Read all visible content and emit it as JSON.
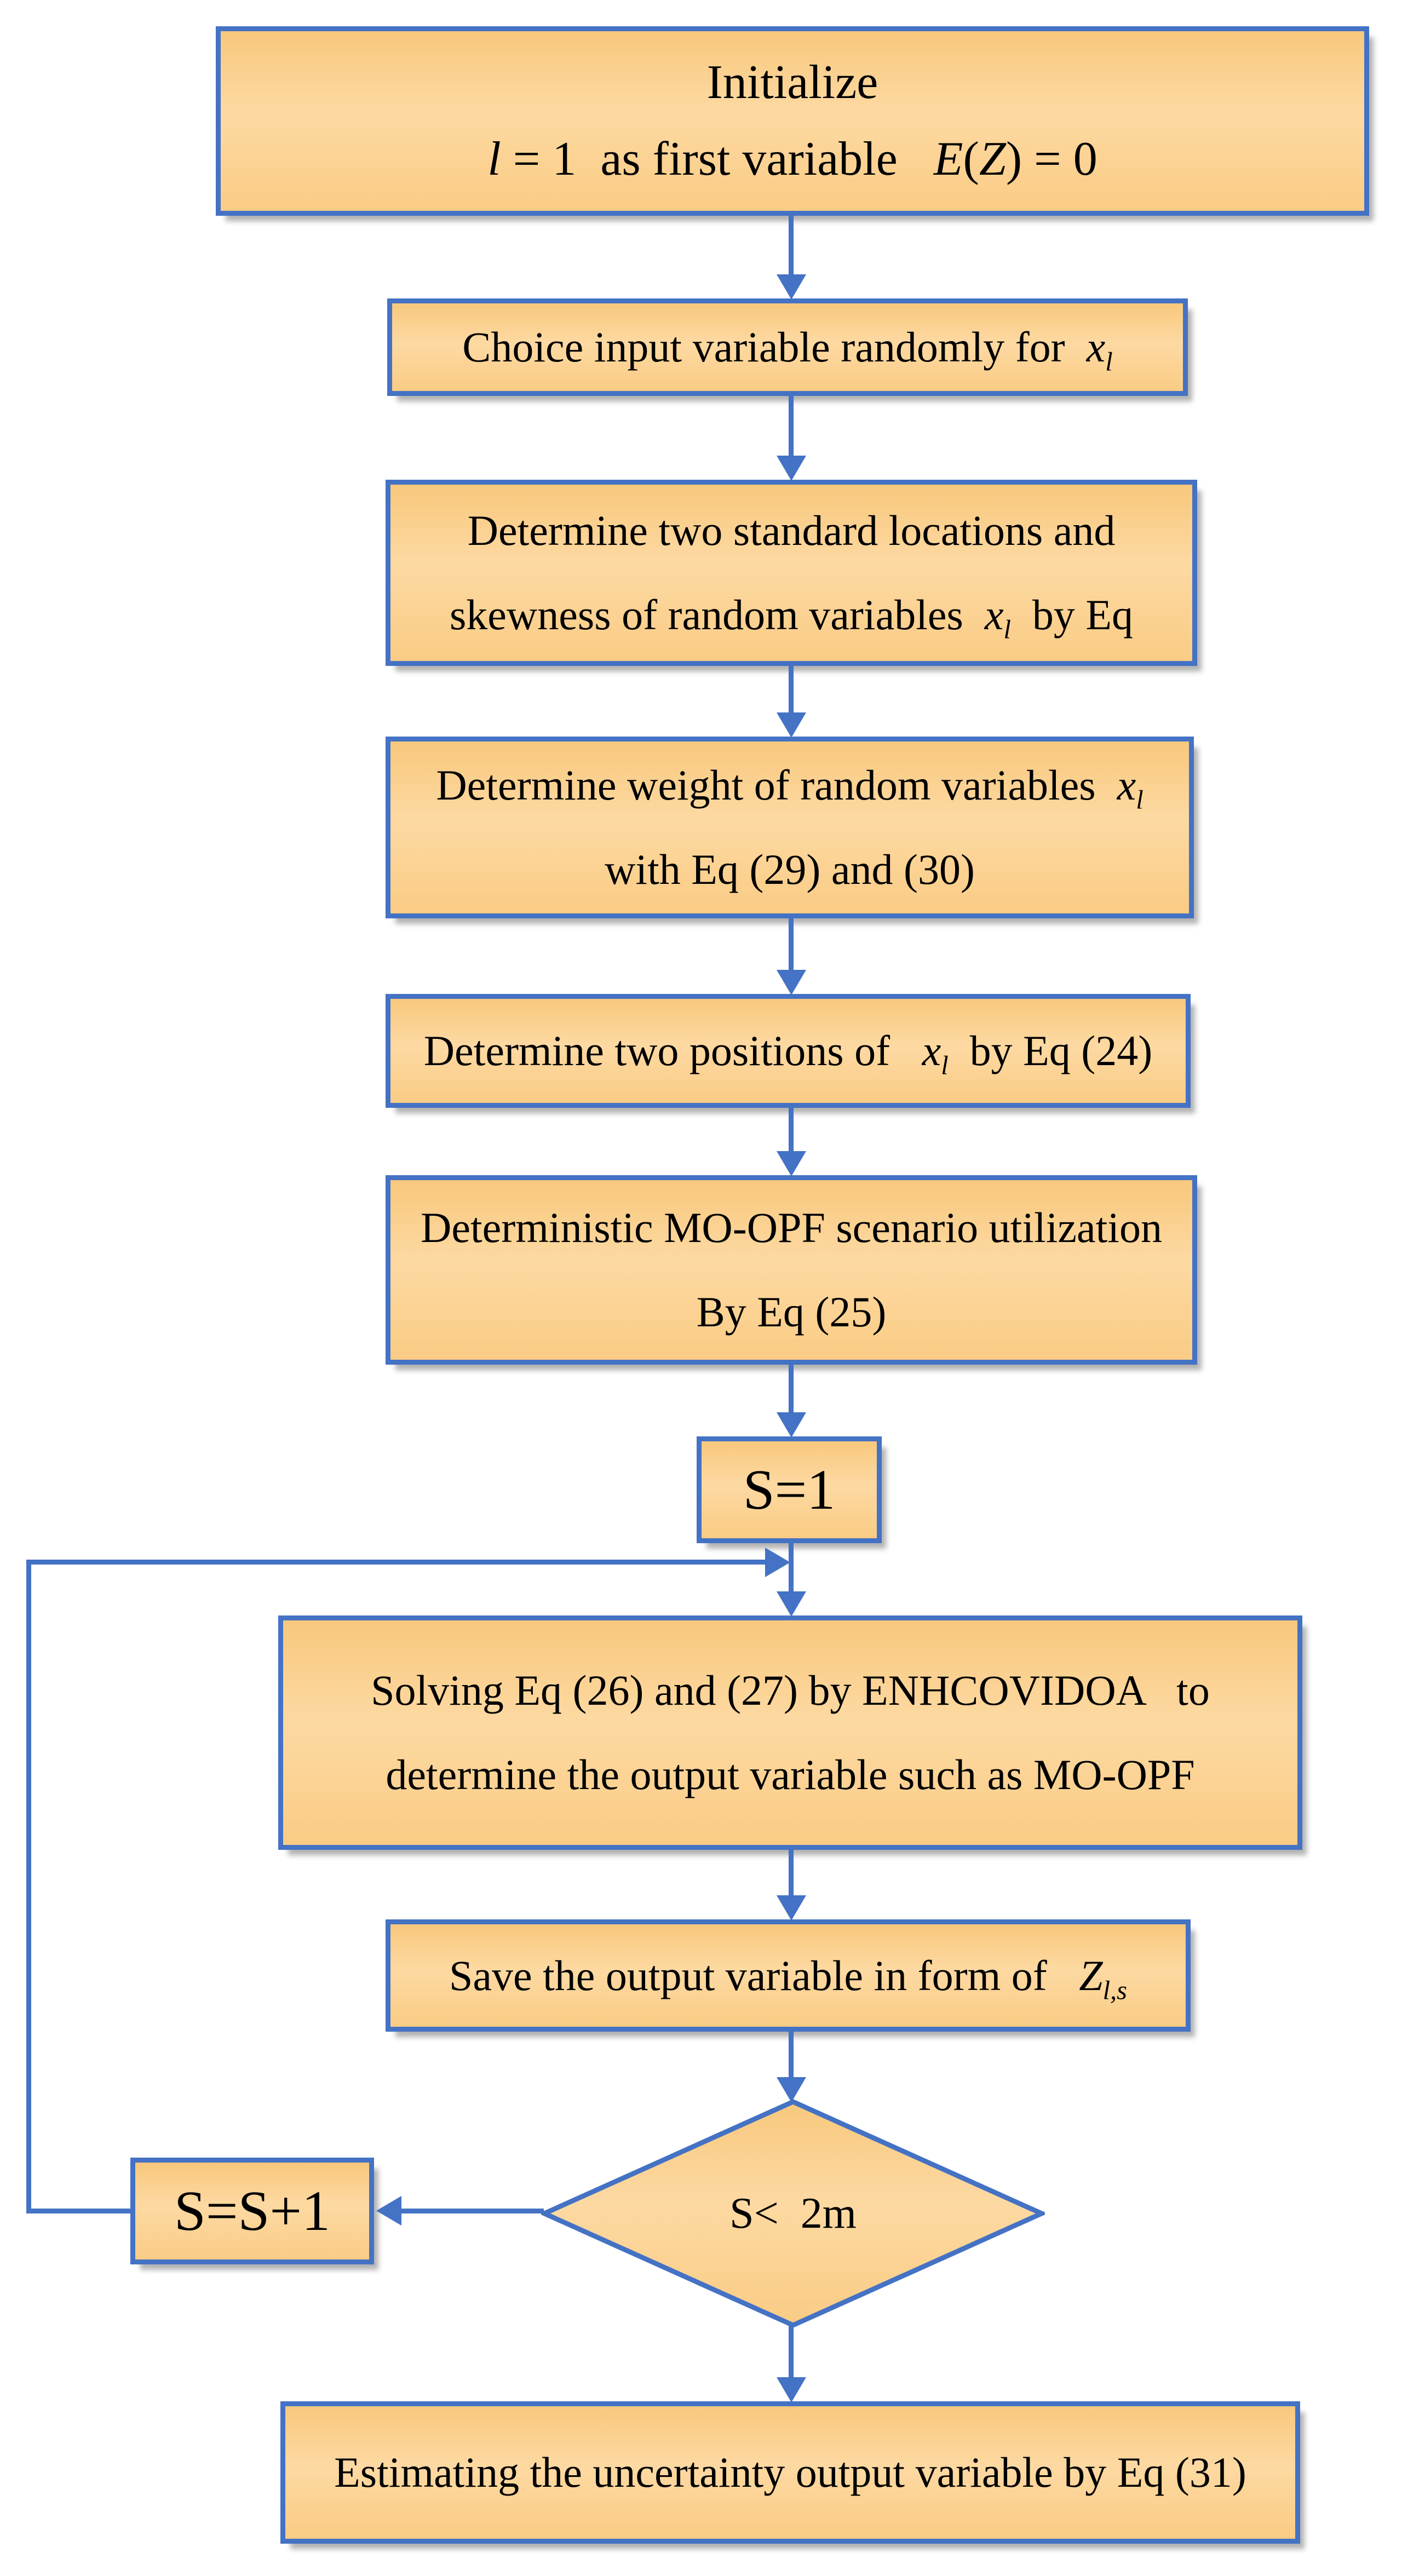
{
  "figure": {
    "type": "flowchart",
    "title": "Two-point estimate probabilistic MO-OPF procedure flowchart",
    "background": "#ffffff"
  },
  "colors": {
    "line": "#4472C4",
    "fill_top": "#F8C87D",
    "fill_mid": "#FDD9A2",
    "fill_bottom": "#FACC85",
    "text": "#000000"
  },
  "nodes": {
    "init": {
      "lines": [
        [
          {
            "t": "Initialize"
          }
        ],
        [
          {
            "t": "l",
            "i": 1
          },
          {
            "t": " = 1  as first variable   "
          },
          {
            "t": "E",
            "i": 1
          },
          {
            "t": "("
          },
          {
            "t": "Z",
            "i": 1
          },
          {
            "t": ") = 0"
          }
        ]
      ]
    },
    "choice": {
      "lines": [
        [
          {
            "t": "Choice input variable randomly for  "
          },
          {
            "t": "x",
            "i": 1
          },
          {
            "t": "l",
            "i": 1,
            "s": 1
          }
        ]
      ]
    },
    "locations": {
      "lines": [
        [
          {
            "t": "Determine two standard locations and"
          }
        ],
        [
          {
            "t": "skewness of random variables  "
          },
          {
            "t": "x",
            "i": 1
          },
          {
            "t": "l",
            "i": 1,
            "s": 1
          },
          {
            "t": "  by Eq"
          }
        ]
      ]
    },
    "weight": {
      "lines": [
        [
          {
            "t": "Determine weight of random variables  "
          },
          {
            "t": "x",
            "i": 1
          },
          {
            "t": "l",
            "i": 1,
            "s": 1
          }
        ],
        [
          {
            "t": "with Eq (29) and (30)"
          }
        ]
      ]
    },
    "positions": {
      "lines": [
        [
          {
            "t": "Determine two positions of   "
          },
          {
            "t": "x",
            "i": 1
          },
          {
            "t": "l",
            "i": 1,
            "s": 1
          },
          {
            "t": "  by Eq (24)"
          }
        ]
      ]
    },
    "moopf": {
      "lines": [
        [
          {
            "t": "Deterministic MO-OPF scenario utilization"
          }
        ],
        [
          {
            "t": "By Eq (25)"
          }
        ]
      ]
    },
    "s1": {
      "lines": [
        [
          {
            "t": "S=1"
          }
        ]
      ]
    },
    "solve": {
      "lines": [
        [
          {
            "t": "Solving Eq (26) and (27) by ENHCOVIDOA   to"
          }
        ],
        [
          {
            "t": "determine the output variable such as MO-OPF"
          }
        ]
      ]
    },
    "save": {
      "lines": [
        [
          {
            "t": "Save the output variable in form of   "
          },
          {
            "t": "Z",
            "i": 1
          },
          {
            "t": "l,s",
            "i": 1,
            "s": 1
          }
        ]
      ]
    },
    "decision": {
      "lines": [
        [
          {
            "t": "S<  2m"
          }
        ]
      ]
    },
    "increment": {
      "lines": [
        [
          {
            "t": "S=S+1"
          }
        ]
      ]
    },
    "estimate": {
      "lines": [
        [
          {
            "t": "Estimating the uncertainty output variable by Eq (31)"
          }
        ]
      ]
    }
  }
}
